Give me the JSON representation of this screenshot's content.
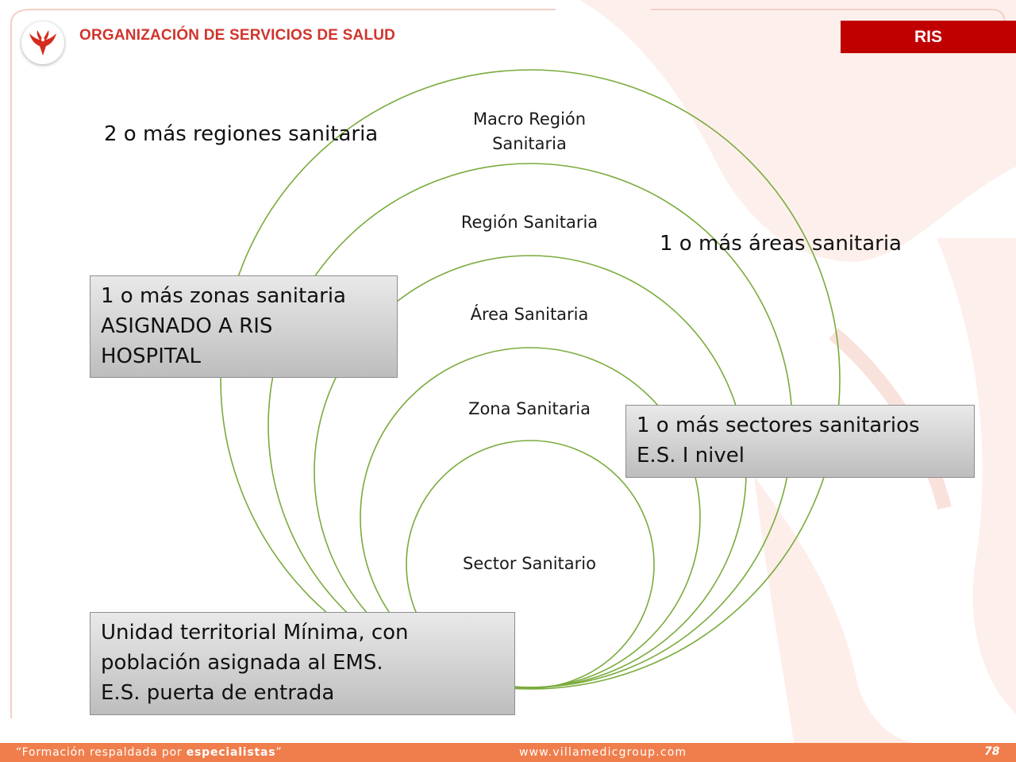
{
  "header": {
    "title": "ORGANIZACIÓN DE SERVICIOS DE SALUD",
    "badge": "RIS",
    "logo_icon": "phoenix-logo-icon"
  },
  "diagram": {
    "ring_color": "#7aab3c",
    "rings": [
      {
        "label_lines": [
          "Macro Región",
          "Sanitaria"
        ]
      },
      {
        "label_lines": [
          "Región Sanitaria"
        ]
      },
      {
        "label_lines": [
          "Área Sanitaria"
        ]
      },
      {
        "label_lines": [
          "Zona Sanitaria"
        ]
      },
      {
        "label_lines": [
          "Sector Sanitario"
        ]
      }
    ],
    "notes": {
      "regions": "2 o más regiones sanitaria",
      "areas": "1 o más áreas sanitaria"
    },
    "boxes": {
      "zones": [
        "1 o más zonas sanitaria",
        "ASIGNADO A RIS",
        "HOSPITAL"
      ],
      "sectors": [
        "1 o más sectores sanitarios",
        "E.S. I nivel"
      ],
      "unit": [
        "Unidad territorial Mínima, con",
        "población asignada al EMS.",
        "E.S. puerta de entrada"
      ]
    }
  },
  "footer": {
    "slogan_prefix": "“Formación respaldada por ",
    "slogan_bold": "especialistas",
    "slogan_suffix": "”",
    "website": "www.villamedicgroup.com",
    "page_number": "78"
  },
  "colors": {
    "brand_red": "#c00000",
    "title_red": "#d0342c",
    "footer_orange": "#f07e4c"
  }
}
